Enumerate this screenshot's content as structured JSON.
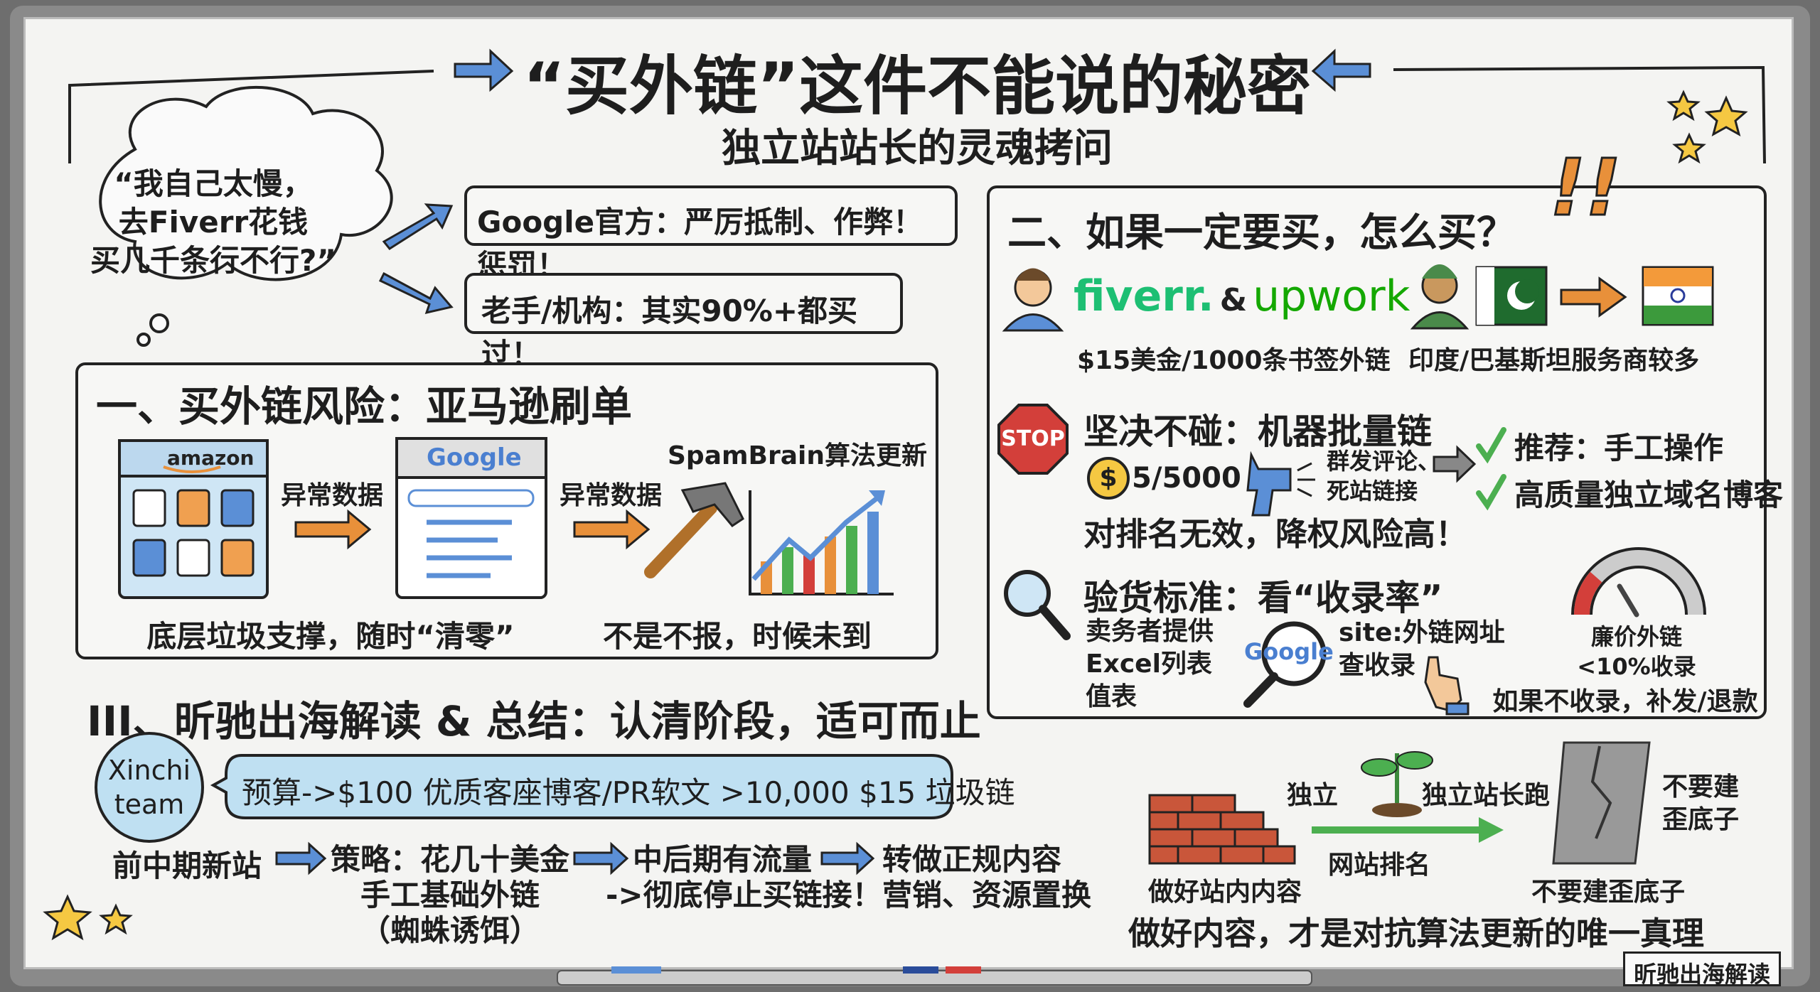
{
  "title": "“买外链”这件不能说的秘密",
  "subtitle": "独立站站长的灵魂拷问",
  "thought": {
    "lines": [
      "“我自己太慢，",
      "去Fiverr花钱",
      "买几千条行不行?”"
    ]
  },
  "answers": [
    "Google官方：严厉抵制、作弊！惩罚！",
    "老手/机构：其实90%+都买过！"
  ],
  "section1": {
    "title": "一、买外链风险：亚马逊刷单",
    "amazon_logo": "amazon",
    "google_logo": "Google",
    "label_a": "异常数据",
    "label_b": "异常数据",
    "spambrain": "SpamBrain算法更新",
    "caption_left": "底层垃圾支撑，随时“清零”",
    "caption_right": "不是不报，时候未到"
  },
  "section2": {
    "title": "二、如果一定要买，怎么买？",
    "exclaim": "!!",
    "fiverr": "fiverr.",
    "amp": "&",
    "upwork": "upwork",
    "price": "$15美金/1000条书签外链",
    "providers": "印度/巴基斯坦服务商较多",
    "stop_sign": "STOP",
    "avoid_title": "坚决不碰：机器批量链",
    "price_ratio": "5/5000",
    "spam_lines": [
      "群发评论、",
      "死站链接"
    ],
    "avoid_result": "对排名无效，降权风险高！",
    "recommend": [
      "推荐：手工操作",
      "高质量独立域名博客"
    ],
    "check_title": "验货标准：看“收录率”",
    "seller_lines": [
      "卖务者提供",
      "Excel列表",
      "值表"
    ],
    "google_mag": "Google",
    "site_lines": [
      "site:外链网址",
      "查收录"
    ],
    "gauge_lines": [
      "廉价外链",
      "<10%收录"
    ],
    "refund": "如果不收录，补发/退款"
  },
  "section3": {
    "title": "III、昕驰出海解读 & 总结：认清阶段，适可而止",
    "team_lines": [
      "Xinchi",
      "team"
    ],
    "budget": "预算->$100 优质客座博客/PR软文 >10,000 $15 垃圾链",
    "flow": {
      "stage1": "前中期新站",
      "stage2": [
        "策略：花几十美金",
        "手工基础外链",
        "（蜘蛛诱饵）"
      ],
      "stage3": [
        "中后期有流量",
        "->彻底停止买链接！"
      ],
      "stage4": [
        "转做正规内容",
        "营销、资源置换"
      ]
    },
    "right": {
      "independent": "独立",
      "long_run": "独立站长跑",
      "ranking": "网站排名",
      "good_content": "做好站内内容",
      "no_crooked_lines": [
        "不要建",
        "歪底子"
      ],
      "no_crooked": "不要建歪底子",
      "conclusion": "做好内容，才是对抗算法更新的唯一真理"
    }
  },
  "badge": "昕驰出海解读",
  "colors": {
    "blue": "#5b8fd6",
    "light_blue": "#bfe0f2",
    "orange": "#e8903a",
    "red": "#d33f3a",
    "green": "#4caf50",
    "star": "#f5c842"
  }
}
